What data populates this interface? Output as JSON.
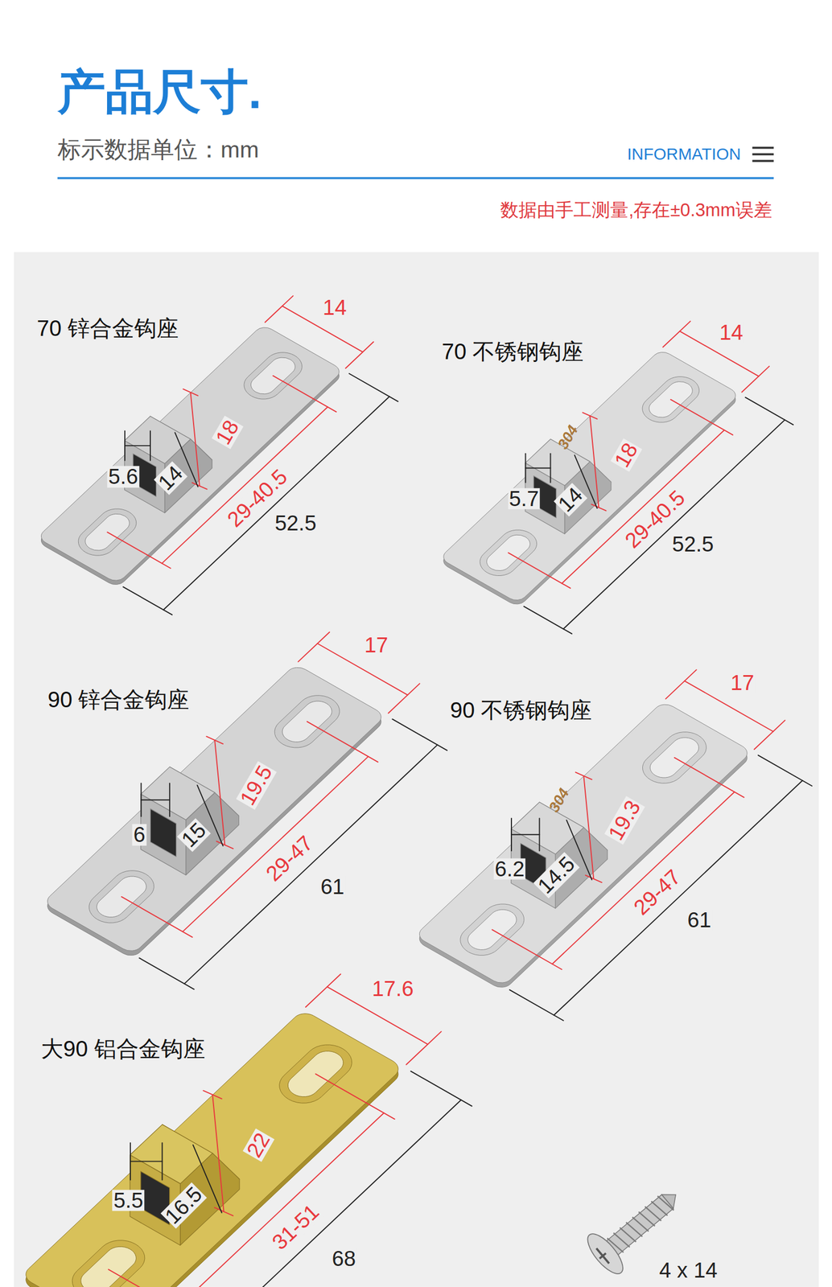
{
  "diagram": {
    "title": "产品尺寸.",
    "labels": [
      "标示数据单位：mm",
      "INFORMATION",
      "数据由手工测量,存在±0.3mm误差",
      "70 锌合金钩座",
      "14",
      "18",
      "5.6",
      "14",
      "29-40.5",
      "52.5",
      "70 不锈钢钩座",
      "14",
      "18",
      "5.7",
      "14",
      "29-40.5",
      "52.5",
      "304",
      "90 锌合金钩座",
      "17",
      "19.5",
      "6",
      "15",
      "29-47",
      "61",
      "90 不锈钢钩座",
      "17",
      "19.3",
      "6.2",
      "14.5",
      "29-47",
      "61",
      "304",
      "大90 铝合金钩座",
      "17.6",
      "22",
      "5.5",
      "16.5",
      "31-51",
      "68",
      "4 x 14"
    ]
  }
}
